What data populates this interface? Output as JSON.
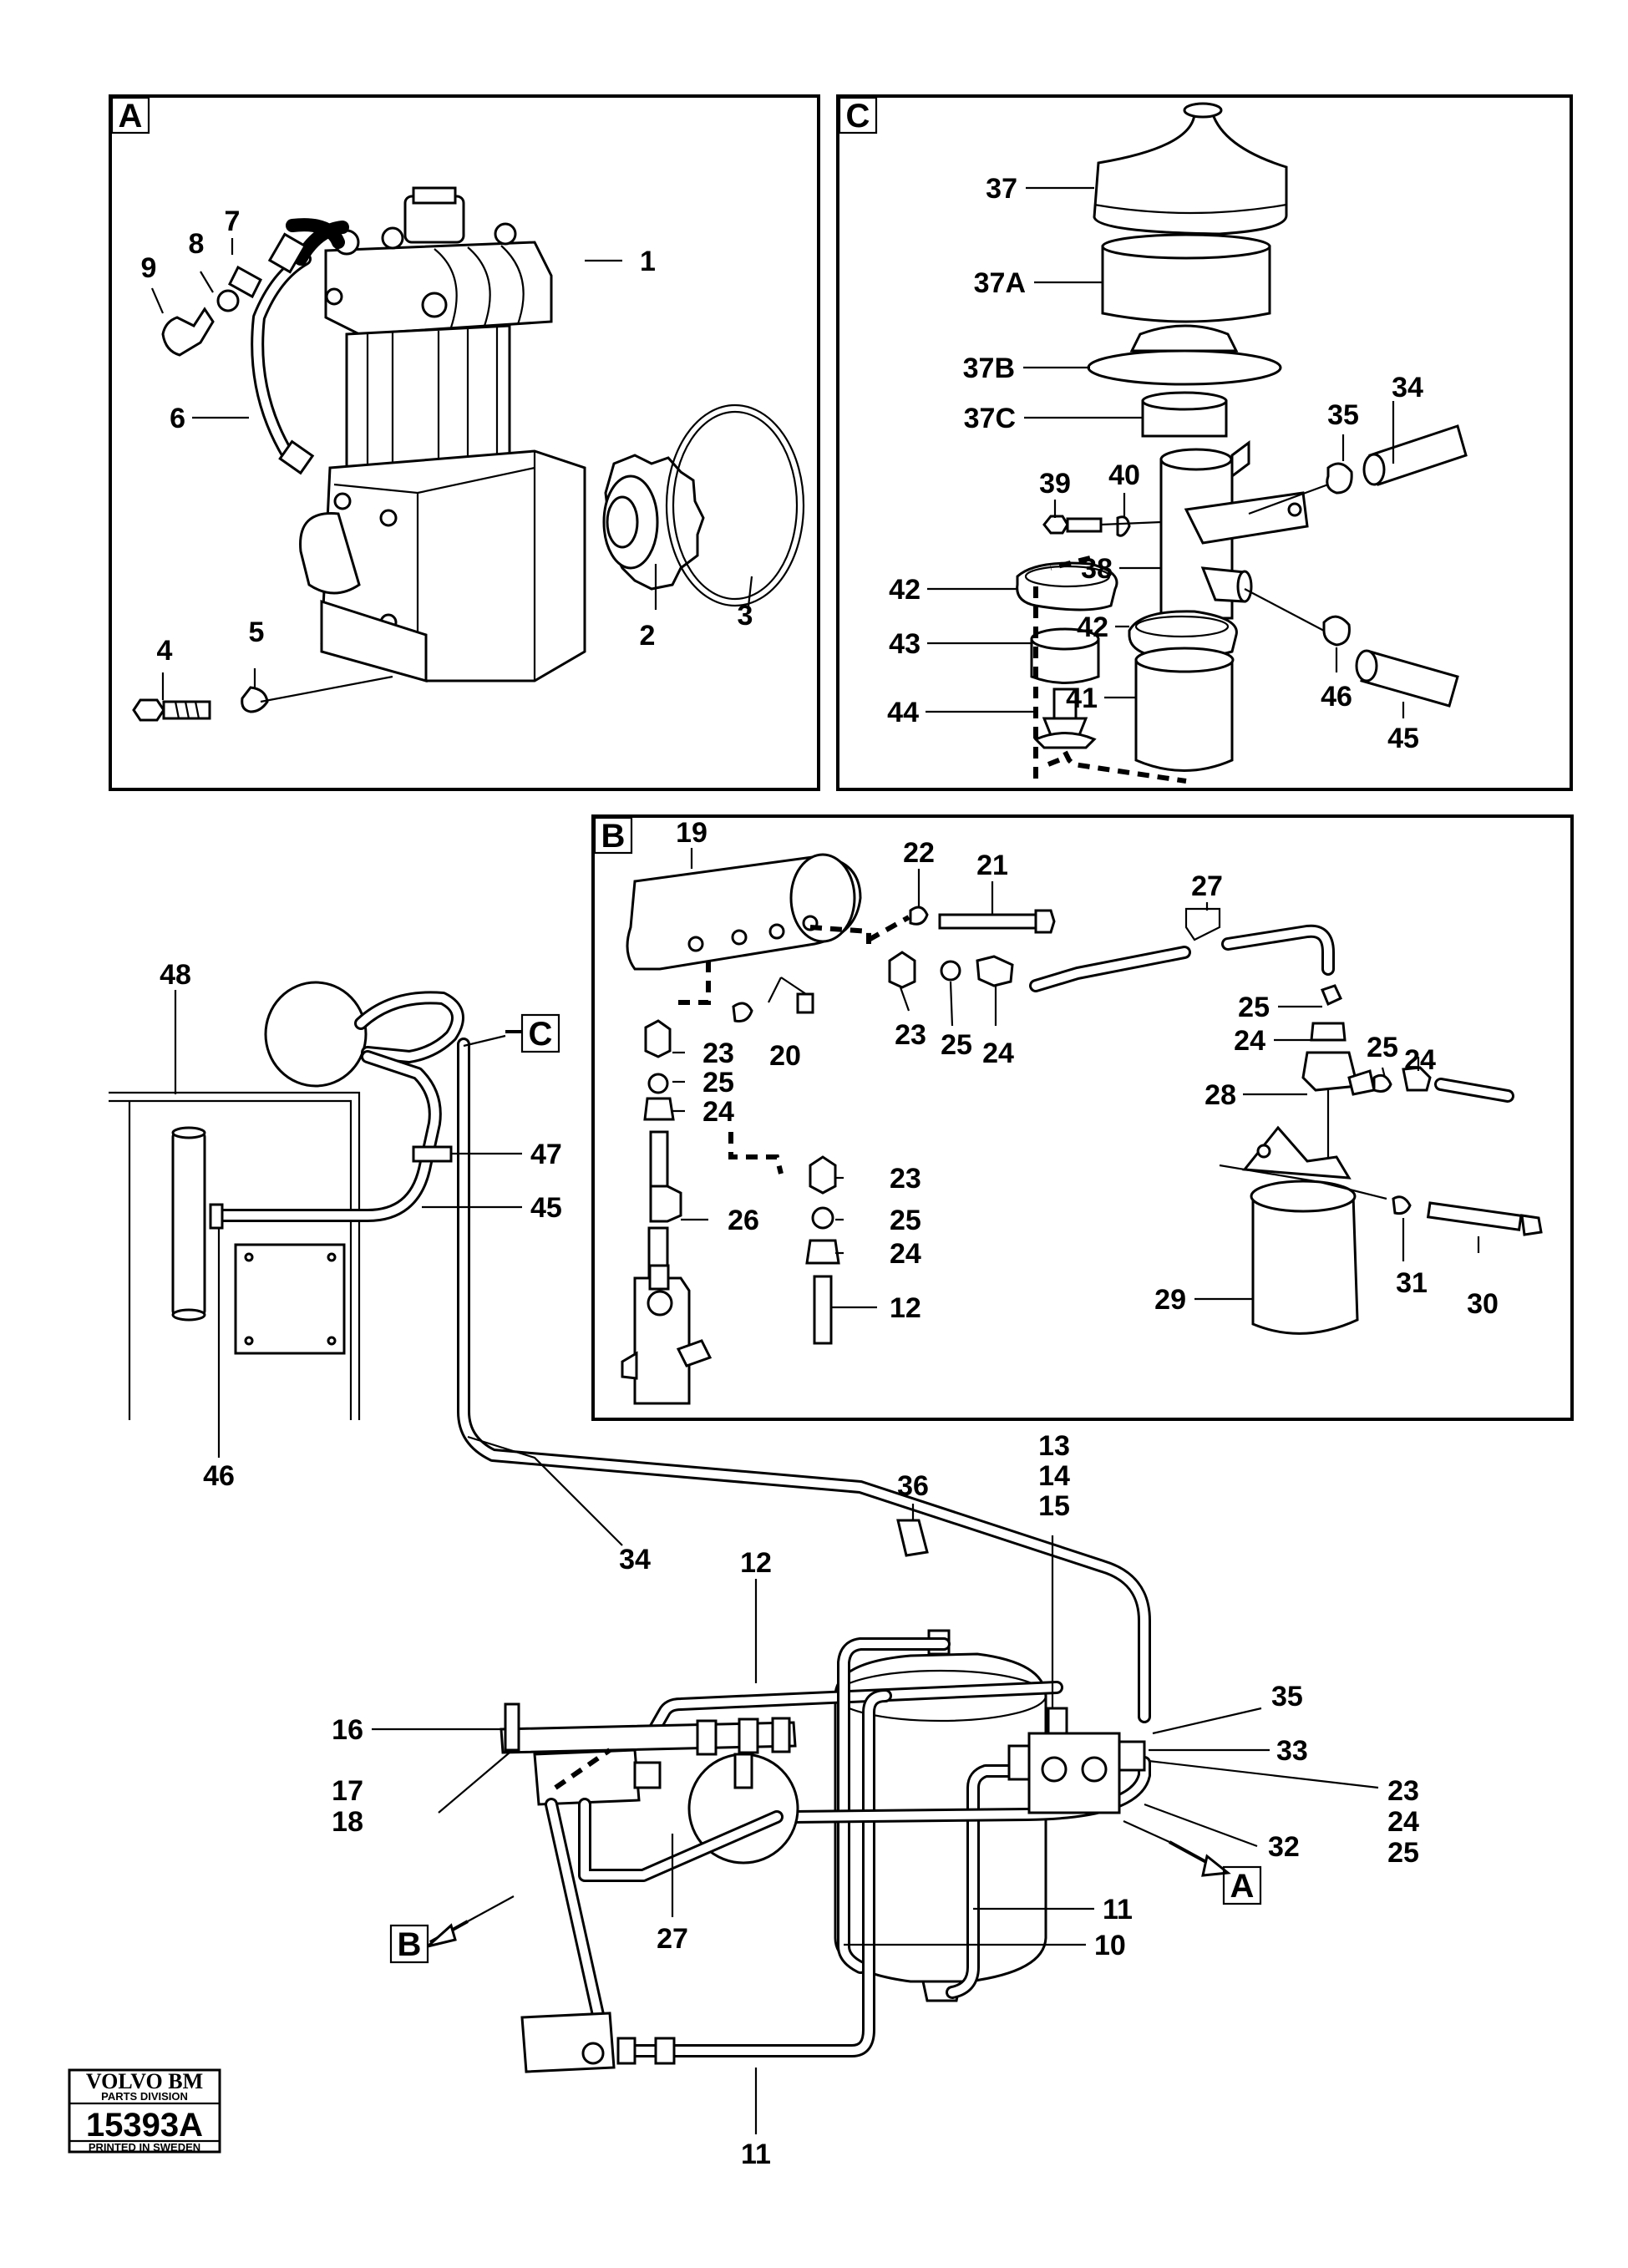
{
  "panels": {
    "a": "A",
    "b": "B",
    "c": "C"
  },
  "callouts": {
    "a": {
      "p1": "1",
      "p2": "2",
      "p3": "3",
      "p4": "4",
      "p5": "5",
      "p6": "6",
      "p7": "7",
      "p8": "8",
      "p9": "9"
    },
    "c": {
      "p37": "37",
      "p37a": "37A",
      "p37b": "37B",
      "p37c": "37C",
      "p34": "34",
      "p35": "35",
      "p39": "39",
      "p40": "40",
      "p38": "38",
      "p42a": "42",
      "p42b": "42",
      "p43": "43",
      "p44": "44",
      "p41": "41",
      "p46": "46",
      "p45": "45"
    },
    "b": {
      "p19": "19",
      "p22": "22",
      "p21": "21",
      "p27": "27",
      "p25a": "25",
      "p24a": "24",
      "p23a": "23",
      "p25b": "25",
      "p24b": "24",
      "p20": "20",
      "p23b": "23",
      "p25c": "25",
      "p24c": "24",
      "p26": "26",
      "p23c": "23",
      "p25d": "25",
      "p24d": "24",
      "p12": "12",
      "p28": "28",
      "p25e": "25",
      "p24e": "24",
      "p29": "29",
      "p31": "31",
      "p30": "30"
    },
    "main": {
      "p48": "48",
      "p47": "47",
      "p45": "45",
      "p46": "46",
      "p34": "34",
      "p36": "36",
      "p13": "13",
      "p14": "14",
      "p15": "15",
      "p12": "12",
      "p35": "35",
      "p33": "33",
      "p16": "16",
      "p17": "17",
      "p18": "18",
      "p23": "23",
      "p24": "24",
      "p25": "25",
      "p32": "32",
      "p27": "27",
      "p11a": "11",
      "p10": "10",
      "p11b": "11"
    }
  },
  "references": {
    "c": "C",
    "a": "A",
    "b": "B"
  },
  "logo": {
    "brand": "VOLVO BM",
    "division": "PARTS DIVISION",
    "number": "15393A",
    "footer": "PRINTED IN SWEDEN"
  }
}
